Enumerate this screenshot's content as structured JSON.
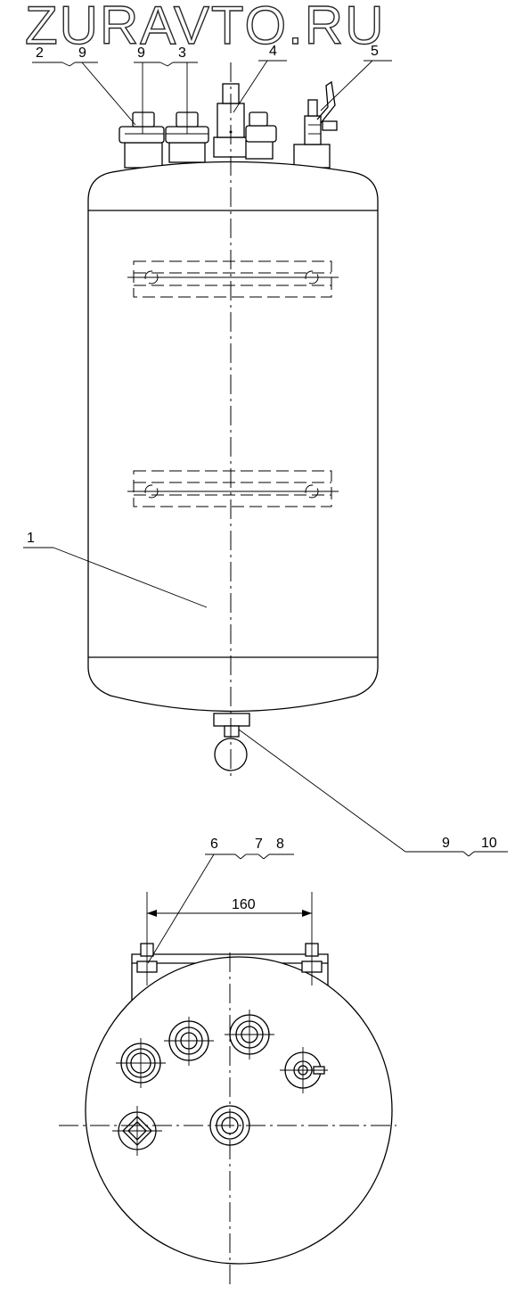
{
  "watermark": "ZURAVTO.RU",
  "top_view_callouts": {
    "c1": "2",
    "c2": "9",
    "c3": "9",
    "c4": "3",
    "c5": "4",
    "c6": "5",
    "c7": "1",
    "c8": "9",
    "c9": "10"
  },
  "bottom_view_callouts": {
    "c1": "6",
    "c2": "7",
    "c3": "8"
  },
  "dimension": {
    "value": "160"
  },
  "colors": {
    "line": "#000000",
    "background": "#ffffff",
    "watermark_outline": "#2a2a2a"
  }
}
